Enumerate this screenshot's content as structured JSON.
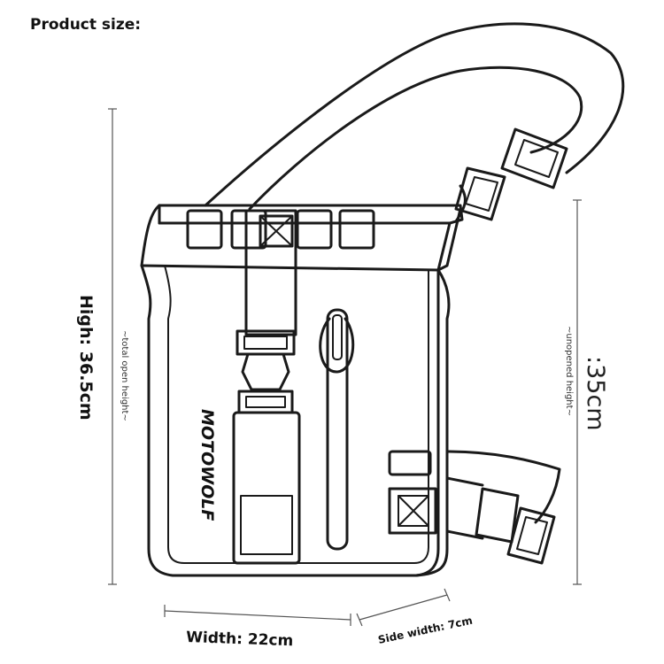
{
  "title": "Product size:",
  "brand": "MOTOWOLF",
  "dimensions": {
    "total_height_label": "High: 36.5cm",
    "total_height_note": "~total open height~",
    "unopened_height_label": ":35cm",
    "unopened_height_note": "~unopened height~",
    "width_label": "Width: 22cm",
    "side_width_label": "Side width: 7cm"
  }
}
